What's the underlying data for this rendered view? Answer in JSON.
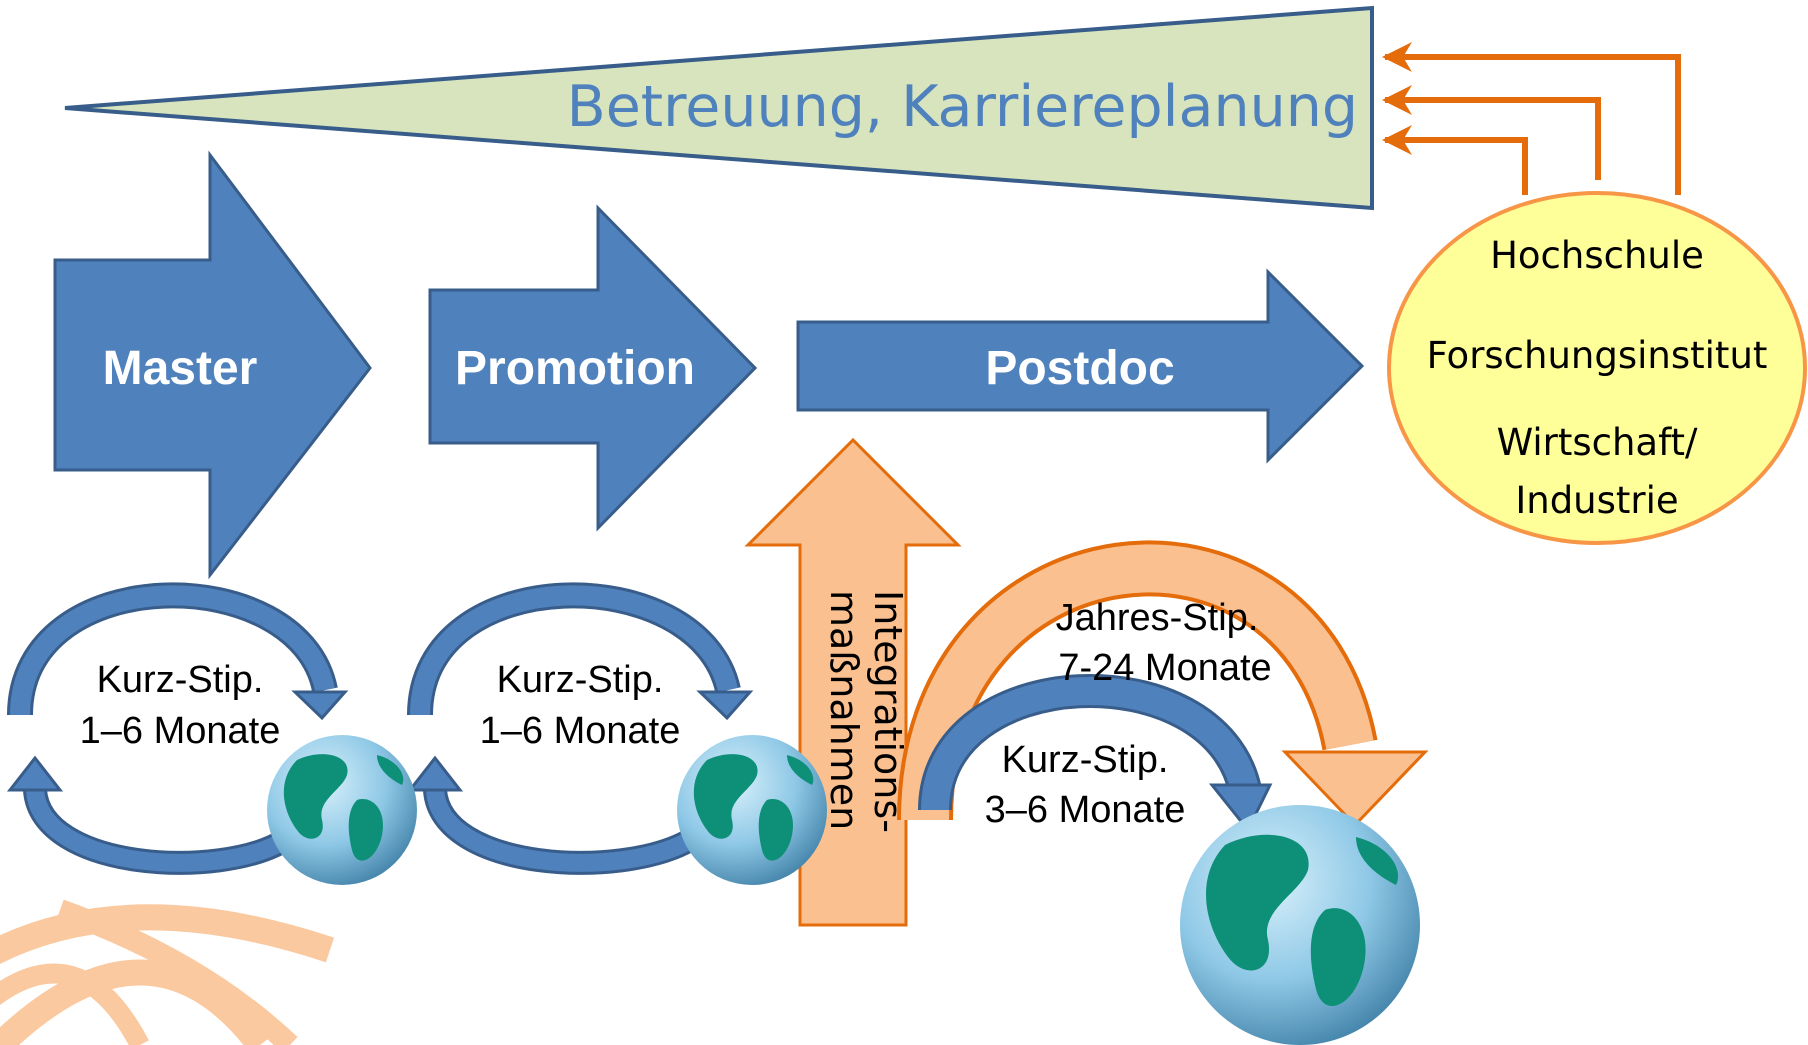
{
  "banner": {
    "title": "Betreuung, Karriereplanung"
  },
  "stages": {
    "master": "Master",
    "promotion": "Promotion",
    "postdoc": "Postdoc"
  },
  "integration": {
    "line1": "Integrations-",
    "line2": "maßnahmen"
  },
  "stipends": {
    "kurz_a": {
      "line1": "Kurz-Stip.",
      "line2": "1–6 Monate"
    },
    "kurz_b": {
      "line1": "Kurz-Stip.",
      "line2": "1–6 Monate"
    },
    "jahres": {
      "line1": "Jahres-Stip.",
      "line2": "7-24 Monate"
    },
    "kurz_c": {
      "line1": "Kurz-Stip.",
      "line2": "3–6 Monate"
    }
  },
  "destinations": {
    "line1": "Hochschule",
    "line2": "Forschungsinstitut",
    "line3": "Wirtschaft/",
    "line4": "Industrie"
  },
  "colors": {
    "blue_fill": "#4f81bd",
    "blue_stroke": "#385d8a",
    "orange_fill": "#fac090",
    "orange_stroke": "#e46c0a",
    "banner_fill": "#d7e4bd",
    "circle_fill": "#ffff99",
    "circle_stroke": "#f79646",
    "ocean": "#8ec8e6",
    "land": "#0e8f78"
  },
  "icons": [
    "globe-icon",
    "curved-arrow-icon",
    "globe-watermark-icon"
  ]
}
